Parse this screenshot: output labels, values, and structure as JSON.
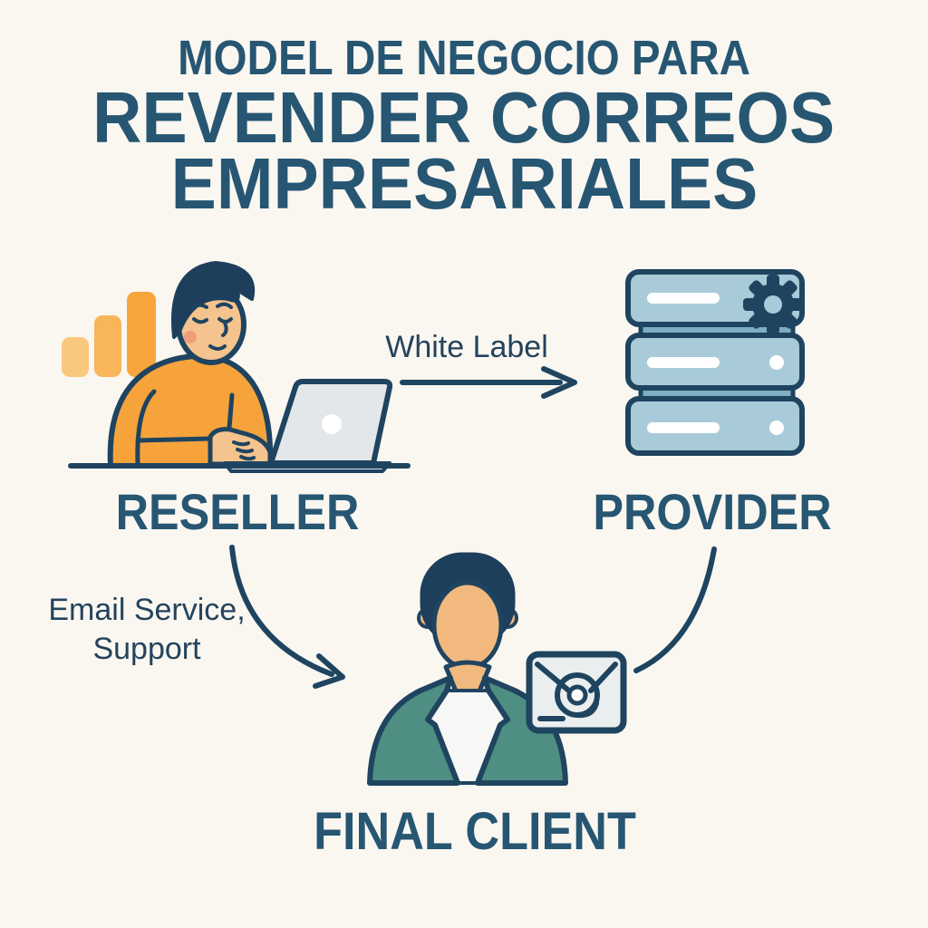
{
  "title": {
    "line1": "MODEL DE NEGOCIO PARA",
    "line2": "REVENDER CORREOS",
    "line3": "EMPRESARIALES"
  },
  "nodes": {
    "reseller": {
      "label": "RESELLER",
      "icon": "person-working-on-laptop-with-growth-bars"
    },
    "provider": {
      "label": "PROVIDER",
      "icon": "server-stack-with-gear"
    },
    "final_client": {
      "label": "FINAL CLIENT",
      "icon": "businessperson-with-email-envelope"
    }
  },
  "edges": {
    "reseller_to_provider": {
      "label": "White Label",
      "style": "straight-arrow-right"
    },
    "reseller_to_client": {
      "label_line1": "Email Service,",
      "label_line2": "Support",
      "style": "curved-arrow-down-right"
    },
    "provider_to_client": {
      "label": "",
      "style": "curved-line-down-left"
    }
  },
  "colors": {
    "background": "#faf7f1",
    "navy_outline": "#1f4460",
    "heading_blue": "#275672",
    "annotation_blue": "#24435c",
    "orange": "#f6a33c",
    "bar_light": "#f9c87f",
    "bar_mid": "#f9b55a",
    "bar_dark": "#f7a53d",
    "skin": "#f5c38d",
    "blush": "#f09d7b",
    "laptop_gray": "#e3e7e9",
    "server_blue": "#a9cbd9",
    "server_connector": "#7fadc2",
    "jacket_teal": "#4f8e82",
    "shirt_white": "#f7f7f5",
    "envelope_gray": "#ebeeee"
  }
}
